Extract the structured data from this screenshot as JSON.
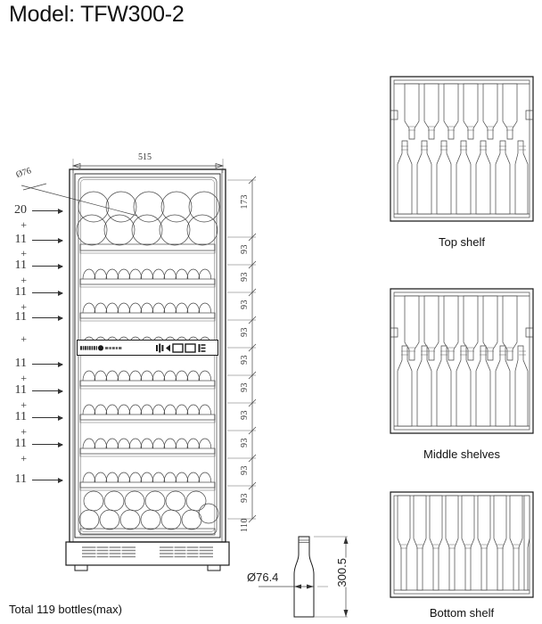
{
  "title": "Model: TFW300-2",
  "footer": {
    "total": "Total 119 bottles(max)"
  },
  "cabinet": {
    "width_dim": "515",
    "bottle_diameter_callout": "Ø76",
    "bottle_counts": [
      "20",
      "11",
      "11",
      "11",
      "11",
      "11",
      "11",
      "11",
      "11",
      "11"
    ],
    "plus_sign": "+",
    "shelf_heights": [
      "173",
      "93",
      "93",
      "93",
      "93",
      "93",
      "93",
      "93",
      "93",
      "93",
      "93",
      "110"
    ]
  },
  "bottle_detail": {
    "diameter": "Ø76.4",
    "height": "300.5"
  },
  "shelf_views": [
    {
      "caption": "Top shelf"
    },
    {
      "caption": "Middle shelves"
    },
    {
      "caption": "Bottom shelf"
    }
  ]
}
